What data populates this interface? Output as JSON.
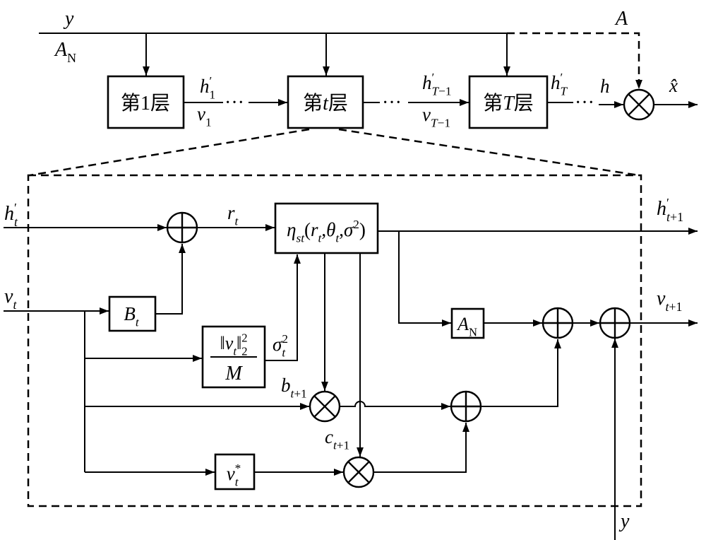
{
  "diagram": {
    "top": {
      "input_y": [
        {
          "t": "y",
          "i": true
        }
      ],
      "input_A_N": [
        {
          "t": "A",
          "i": true
        },
        {
          "t": "N",
          "sub": true
        }
      ],
      "input_A": [
        {
          "t": "A",
          "i": true
        }
      ],
      "layer_1": [
        {
          "t": "第1层"
        }
      ],
      "layer_t": [
        {
          "t": "第"
        },
        {
          "t": "t",
          "i": true
        },
        {
          "t": "层"
        }
      ],
      "layer_T": [
        {
          "t": "第"
        },
        {
          "t": "T",
          "i": true
        },
        {
          "t": "层"
        }
      ],
      "h_1": [
        {
          "t": "h",
          "i": true
        },
        {
          "t": "′",
          "sup": true
        },
        {
          "t": "1",
          "sub": true
        }
      ],
      "v_1": [
        {
          "t": "v",
          "i": true
        },
        {
          "t": "1",
          "sub": true
        }
      ],
      "h_T_minus_1": [
        {
          "t": "h",
          "i": true
        },
        {
          "t": "′",
          "sup": true
        },
        {
          "t": "T",
          "sub": true,
          "i": true
        },
        {
          "t": "−1",
          "sub": true
        }
      ],
      "v_T_minus_1": [
        {
          "t": "v",
          "i": true
        },
        {
          "t": "T",
          "sub": true,
          "i": true
        },
        {
          "t": "−1",
          "sub": true
        }
      ],
      "h_T": [
        {
          "t": "h",
          "i": true
        },
        {
          "t": "′",
          "sup": true
        },
        {
          "t": "T",
          "sub": true,
          "i": true
        }
      ],
      "h": [
        {
          "t": "h",
          "i": true
        }
      ],
      "x_hat": [
        {
          "t": "x̂",
          "i": true
        }
      ],
      "ellipsis": "···"
    },
    "layer_detail": {
      "h_t": [
        {
          "t": "h",
          "i": true
        },
        {
          "t": "′",
          "sup": true
        },
        {
          "t": "t",
          "sub": true,
          "i": true
        }
      ],
      "r_t": [
        {
          "t": "r",
          "i": true
        },
        {
          "t": "t",
          "sub": true,
          "i": true
        }
      ],
      "eta": [
        {
          "t": "η",
          "i": true
        },
        {
          "t": "st",
          "sub": true,
          "i": true
        },
        {
          "t": "("
        },
        {
          "t": "r",
          "i": true
        },
        {
          "t": "t",
          "sub": true,
          "i": true
        },
        {
          "t": ","
        },
        {
          "t": "θ",
          "i": true
        },
        {
          "t": "t",
          "sub": true,
          "i": true
        },
        {
          "t": ","
        },
        {
          "t": "σ",
          "i": true
        },
        {
          "t": "2",
          "sup": true
        },
        {
          "t": ")"
        }
      ],
      "h_t_plus_1": [
        {
          "t": "h",
          "i": true
        },
        {
          "t": "′",
          "sup": true
        },
        {
          "t": "t",
          "sub": true,
          "i": true
        },
        {
          "t": "+1",
          "sub": true
        }
      ],
      "v_t": [
        {
          "t": "v",
          "i": true
        },
        {
          "t": "t",
          "sub": true,
          "i": true
        }
      ],
      "B_t": [
        {
          "t": "B",
          "i": true
        },
        {
          "t": "t",
          "sub": true,
          "i": true
        }
      ],
      "norm_numerator": [
        {
          "t": "‖"
        },
        {
          "t": "v",
          "i": true
        },
        {
          "t": "t",
          "sub": true,
          "i": true
        },
        {
          "t": "‖"
        },
        {
          "t": "2",
          "sup": true
        },
        {
          "t": "2",
          "sub": true
        }
      ],
      "norm_denominator": [
        {
          "t": "M",
          "i": true
        }
      ],
      "sigma_t": [
        {
          "t": "σ",
          "i": true
        },
        {
          "t": "2",
          "sup": true
        },
        {
          "t": "t",
          "sub": true,
          "i": true
        }
      ],
      "b_t_plus_1": [
        {
          "t": "b",
          "i": true
        },
        {
          "t": "t",
          "sub": true,
          "i": true
        },
        {
          "t": "+1",
          "sub": true
        }
      ],
      "c_t_plus_1": [
        {
          "t": "c",
          "i": true
        },
        {
          "t": "t",
          "sub": true,
          "i": true
        },
        {
          "t": "+1",
          "sub": true
        }
      ],
      "v_star_t": [
        {
          "t": "v",
          "i": true
        },
        {
          "t": "*",
          "sup": true
        },
        {
          "t": "t",
          "sub": true,
          "i": true
        }
      ],
      "A_N": [
        {
          "t": "A",
          "i": true
        },
        {
          "t": "N",
          "sub": true
        }
      ],
      "v_t_plus_1": [
        {
          "t": "v",
          "i": true
        },
        {
          "t": "t",
          "sub": true,
          "i": true
        },
        {
          "t": "+1",
          "sub": true
        }
      ],
      "input_y": [
        {
          "t": "y",
          "i": true
        }
      ]
    }
  },
  "colors": {
    "stroke": "#000000",
    "background": "#ffffff"
  }
}
